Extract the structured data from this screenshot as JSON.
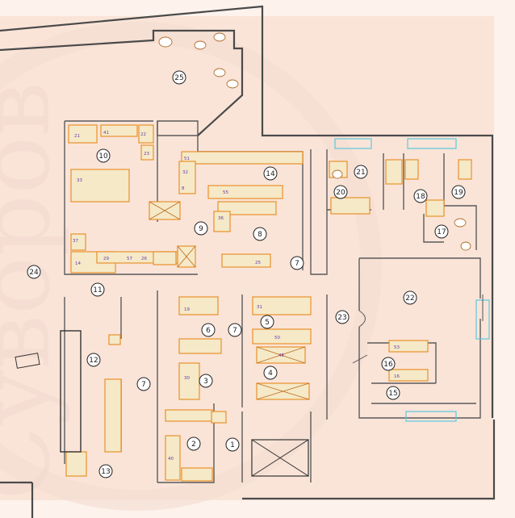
{
  "watermark": {
    "text": "Суворов",
    "color": "#f1d9cf"
  },
  "colors": {
    "wall": "#4a4a4a",
    "equipment_outline": "#e8902a",
    "equipment_fill": "#f5e9c8",
    "equipment_label": "#6a3aa8",
    "window": "#5cc8e0",
    "background": "#fae4d8"
  },
  "rooms": [
    {
      "id": "r1",
      "label": "1"
    },
    {
      "id": "r2",
      "label": "2"
    },
    {
      "id": "r3",
      "label": "3"
    },
    {
      "id": "r4",
      "label": "4"
    },
    {
      "id": "r5",
      "label": "5"
    },
    {
      "id": "r6",
      "label": "6"
    },
    {
      "id": "r7a",
      "label": "7"
    },
    {
      "id": "r7b",
      "label": "7"
    },
    {
      "id": "r7c",
      "label": "7"
    },
    {
      "id": "r8",
      "label": "8"
    },
    {
      "id": "r9",
      "label": "9"
    },
    {
      "id": "r10",
      "label": "10"
    },
    {
      "id": "r11",
      "label": "11"
    },
    {
      "id": "r12",
      "label": "12"
    },
    {
      "id": "r13",
      "label": "13"
    },
    {
      "id": "r14",
      "label": "14"
    },
    {
      "id": "r15",
      "label": "15"
    },
    {
      "id": "r16",
      "label": "16"
    },
    {
      "id": "r17",
      "label": "17"
    },
    {
      "id": "r18",
      "label": "18"
    },
    {
      "id": "r19",
      "label": "19"
    },
    {
      "id": "r20",
      "label": "20"
    },
    {
      "id": "r21",
      "label": "21"
    },
    {
      "id": "r22",
      "label": "22"
    },
    {
      "id": "r23",
      "label": "23"
    },
    {
      "id": "r24",
      "label": "24"
    },
    {
      "id": "r25",
      "label": "25"
    }
  ],
  "equipment_labels": {
    "e1": "21",
    "e2": "41",
    "e3": "22",
    "e4": "23",
    "e5": "33",
    "e6": "37",
    "e7": "14",
    "e8": "29",
    "e9": "26",
    "e10": "57",
    "e11": "51",
    "e12": "32",
    "e13": "8",
    "e14": "55",
    "e15": "36",
    "e16": "25",
    "e17": "19",
    "e18": "31",
    "e19": "50",
    "e20": "45",
    "e21": "30",
    "e22": "40",
    "e23": "16",
    "e24": "53"
  }
}
